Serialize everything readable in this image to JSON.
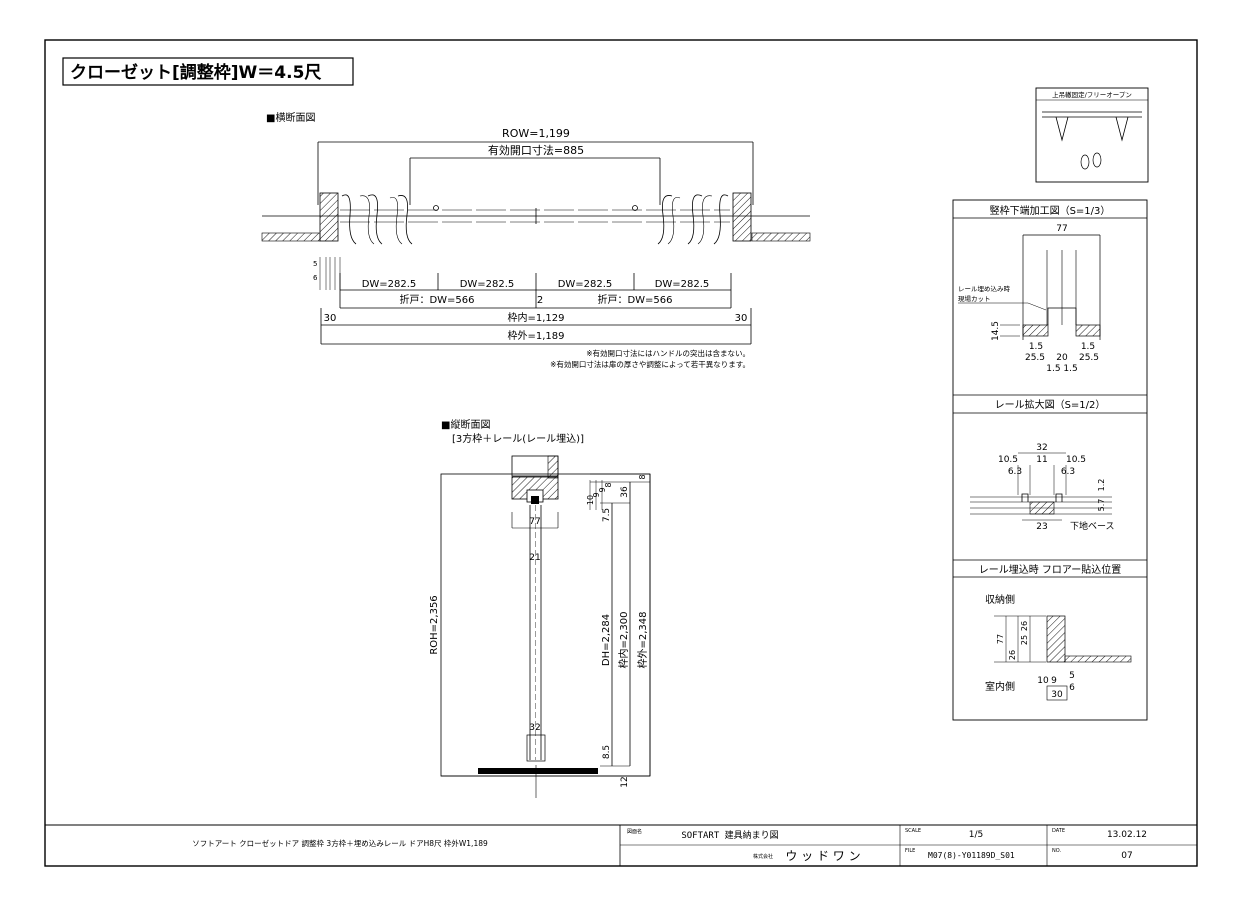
{
  "title": "クローゼット[調整枠]W＝4.5尺",
  "plan": {
    "heading": "■横断面図",
    "row": "ROW=1,199",
    "opening": "有効開口寸法=885",
    "dw": [
      "DW=282.5",
      "DW=282.5",
      "DW=282.5",
      "DW=282.5"
    ],
    "fold_left": "折戸：DW=566",
    "fold_right": "折戸：DW=566",
    "center_gap": "2",
    "inner": "枠内=1,129",
    "outer": "枠外=1,189",
    "side_left": "30",
    "side_right": "30",
    "small_5": "5",
    "small_6": "6",
    "note1": "※有効開口寸法にはハンドルの突出は含まない。",
    "note2": "※有効開口寸法は扉の厚さや調整によって若干異なります。"
  },
  "section": {
    "heading": "■縦断面図",
    "subheading": "[3方枠＋レール(レール埋込)]",
    "roh": "ROH=2,356",
    "dh": "DH=2,284",
    "inner_h": "枠内=2,300",
    "outer_h": "枠外=2,348",
    "dims": {
      "d77": "77",
      "d21": "21",
      "d32": "32",
      "d36": "36",
      "d8": "8",
      "d75": "7.5",
      "d85": "8.5",
      "d12": "12",
      "d10": "10",
      "d9a": "9",
      "d9b": "9",
      "d8b": "8"
    }
  },
  "legend_box": {
    "title": "上吊轍固定/フリーオープン"
  },
  "frame_detail": {
    "title": "竪枠下端加工図（S=1/3）",
    "d77": "77",
    "cut_label_1": "レール埋め込み時",
    "cut_label_2": "現場カット",
    "h145": "14.5",
    "d15a": "1.5",
    "d15b": "1.5",
    "d255a": "25.5",
    "d20": "20",
    "d255b": "25.5",
    "d1515": "1.5 1.5"
  },
  "rail_detail": {
    "title": "レール拡大図（S=1/2）",
    "d32": "32",
    "d105a": "10.5",
    "d11": "11",
    "d105b": "10.5",
    "d63a": "6.3",
    "d63b": "6.3",
    "d12": "1.2",
    "d57": "5.7",
    "d23": "23",
    "base": "下地ベース"
  },
  "floor_detail": {
    "title": "レール埋込時 フロアー貼込位置",
    "storage": "収納側",
    "room": "室内側",
    "d77": "77",
    "d26a": "26",
    "d25": "25",
    "d26b": "26",
    "d10": "10",
    "d9": "9",
    "d5": "5",
    "d6": "6",
    "d30": "30"
  },
  "title_block": {
    "description": "ソフトアート クローゼットドア 調整枠 3方枠＋埋め込みレール ドアH8尺 枠外W1,189",
    "drawing_label": "図面名",
    "drawing_name": "SOFTART 建具納まり図",
    "company_label": "株式会社",
    "company": "ウ ッ ド ワ ン",
    "scale_label": "SCALE",
    "scale": "1/5",
    "date_label": "DATE",
    "date": "13.02.12",
    "file_label": "FILE",
    "file": "M07(8)-Y01189D_S01",
    "no_label": "NO.",
    "no": "07"
  }
}
